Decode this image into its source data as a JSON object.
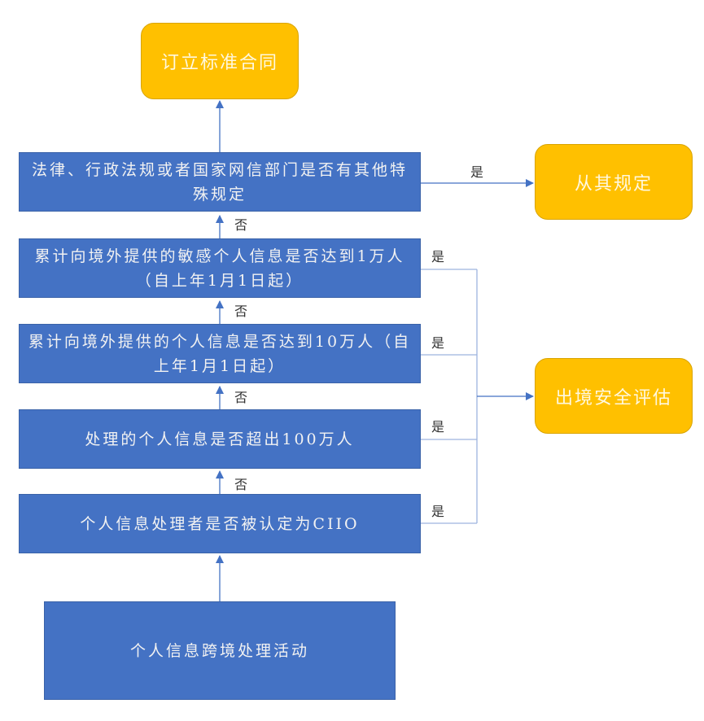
{
  "diagram": {
    "nodes": {
      "sign_contract": "订立标准合同",
      "special_rules_q": "法律、行政法规或者国家网信部门是否有其他特殊规定",
      "follow_rules": "从其规定",
      "sensitive_10k_q": "累计向境外提供的敏感个人信息是否达到1万人（自上年1月1日起）",
      "personal_100k_q": "累计向境外提供的个人信息是否达到10万人（自上年1月1日起）",
      "over_1m_q": "处理的个人信息是否超出100万人",
      "ciio_q": "个人信息处理者是否被认定为CIIO",
      "start": "个人信息跨境处理活动",
      "security_assessment": "出境安全评估"
    },
    "edge_labels": {
      "yes": "是",
      "no": "否"
    },
    "colors": {
      "process": "#4472c4",
      "terminal": "#ffc000",
      "connector": "#4472c4"
    }
  }
}
